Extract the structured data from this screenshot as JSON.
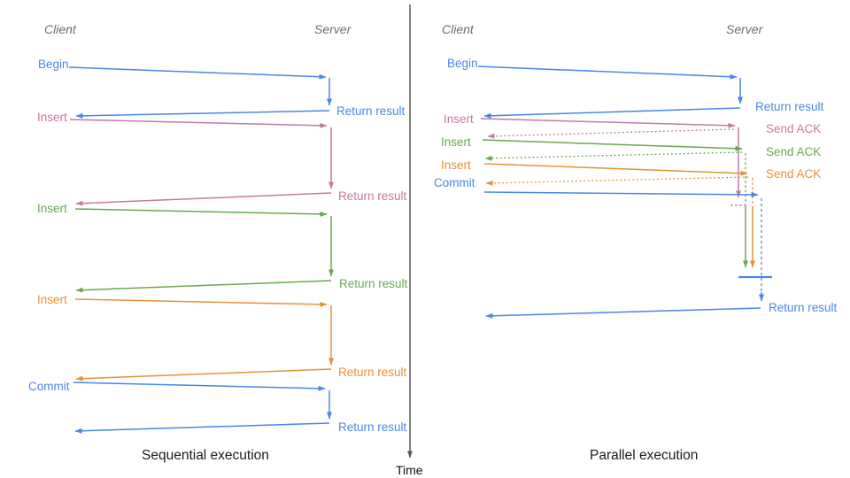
{
  "colors": {
    "blue": "#4a86e8",
    "pink": "#c27ba0",
    "green": "#6aa84f",
    "orange": "#e69138",
    "header_gray": "#6d6d6d",
    "title_black": "#1a1a1a",
    "axis_gray": "#595959",
    "time_black": "#111111"
  },
  "left_panel": {
    "title": "Sequential execution",
    "client_header": "Client",
    "server_header": "Server",
    "operations": [
      {
        "request": "Begin",
        "response": "Return result"
      },
      {
        "request": "Insert",
        "response": "Return result"
      },
      {
        "request": "Insert",
        "response": "Return result"
      },
      {
        "request": "Insert",
        "response": "Return result"
      },
      {
        "request": "Commit",
        "response": "Return result"
      }
    ]
  },
  "right_panel": {
    "title": "Parallel execution",
    "client_header": "Client",
    "server_header": "Server",
    "operations": [
      {
        "request": "Begin",
        "response": "Return result"
      },
      {
        "request": "Insert",
        "response": "Send ACK"
      },
      {
        "request": "Insert",
        "response": "Send ACK"
      },
      {
        "request": "Insert",
        "response": "Send ACK"
      },
      {
        "request": "Commit",
        "response": "Return result"
      }
    ]
  },
  "time_axis": {
    "label": "Time"
  }
}
